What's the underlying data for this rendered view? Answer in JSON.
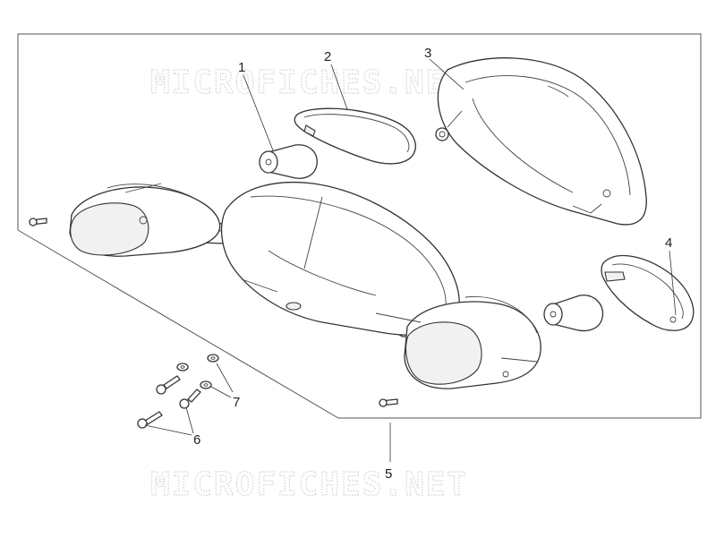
{
  "diagram": {
    "watermark_top": "MICROFICHES.NET",
    "watermark_bottom": "MICROFICHES.NET",
    "callouts": [
      {
        "id": "1",
        "text": "1"
      },
      {
        "id": "2",
        "text": "2"
      },
      {
        "id": "3",
        "text": "3"
      },
      {
        "id": "4",
        "text": "4"
      },
      {
        "id": "5",
        "text": "5"
      },
      {
        "id": "6",
        "text": "6"
      },
      {
        "id": "7",
        "text": "7"
      }
    ]
  }
}
